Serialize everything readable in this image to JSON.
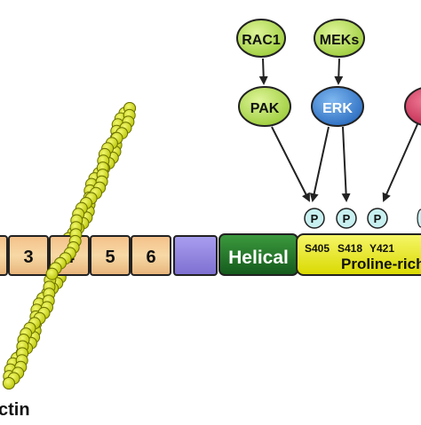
{
  "kinases": {
    "rac1": "RAC1",
    "meks": "MEKs",
    "pak": "PAK",
    "erk": "ERK"
  },
  "domains": {
    "d3": "3",
    "d4": "4",
    "d5": "5",
    "d6": "6",
    "helical": "Helical",
    "proline_rich": "Proline-rich"
  },
  "phospho": {
    "symbol": "P",
    "s405": "S405",
    "s418": "S418",
    "y421": "Y421"
  },
  "actin_label": "ctin",
  "colors": {
    "kinase_green": "#b6e25a",
    "kinase_blue": "#3a86d8",
    "kinase_red": "#d43a5e",
    "actin_yellow": "#d4e000",
    "helical_green": "#1f7a2a",
    "proline_yellow": "#e6e600",
    "purple_domain": "#9b8ee0",
    "phospho_circle": "#c8f0f0"
  }
}
